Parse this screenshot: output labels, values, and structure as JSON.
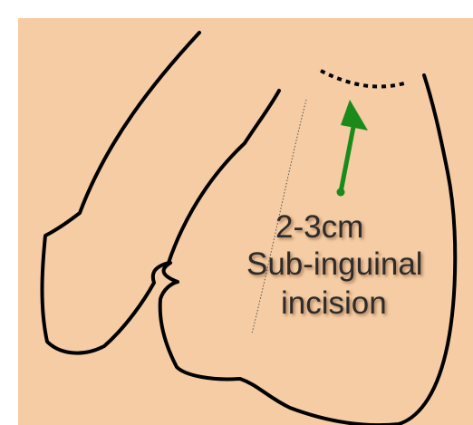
{
  "diagram": {
    "background_color": "#f5cca3",
    "outline_color": "#000000",
    "arrow_color": "#1a8a1a",
    "label_lines": [
      "2-3cm",
      "Sub-inguinal",
      "incision"
    ]
  }
}
